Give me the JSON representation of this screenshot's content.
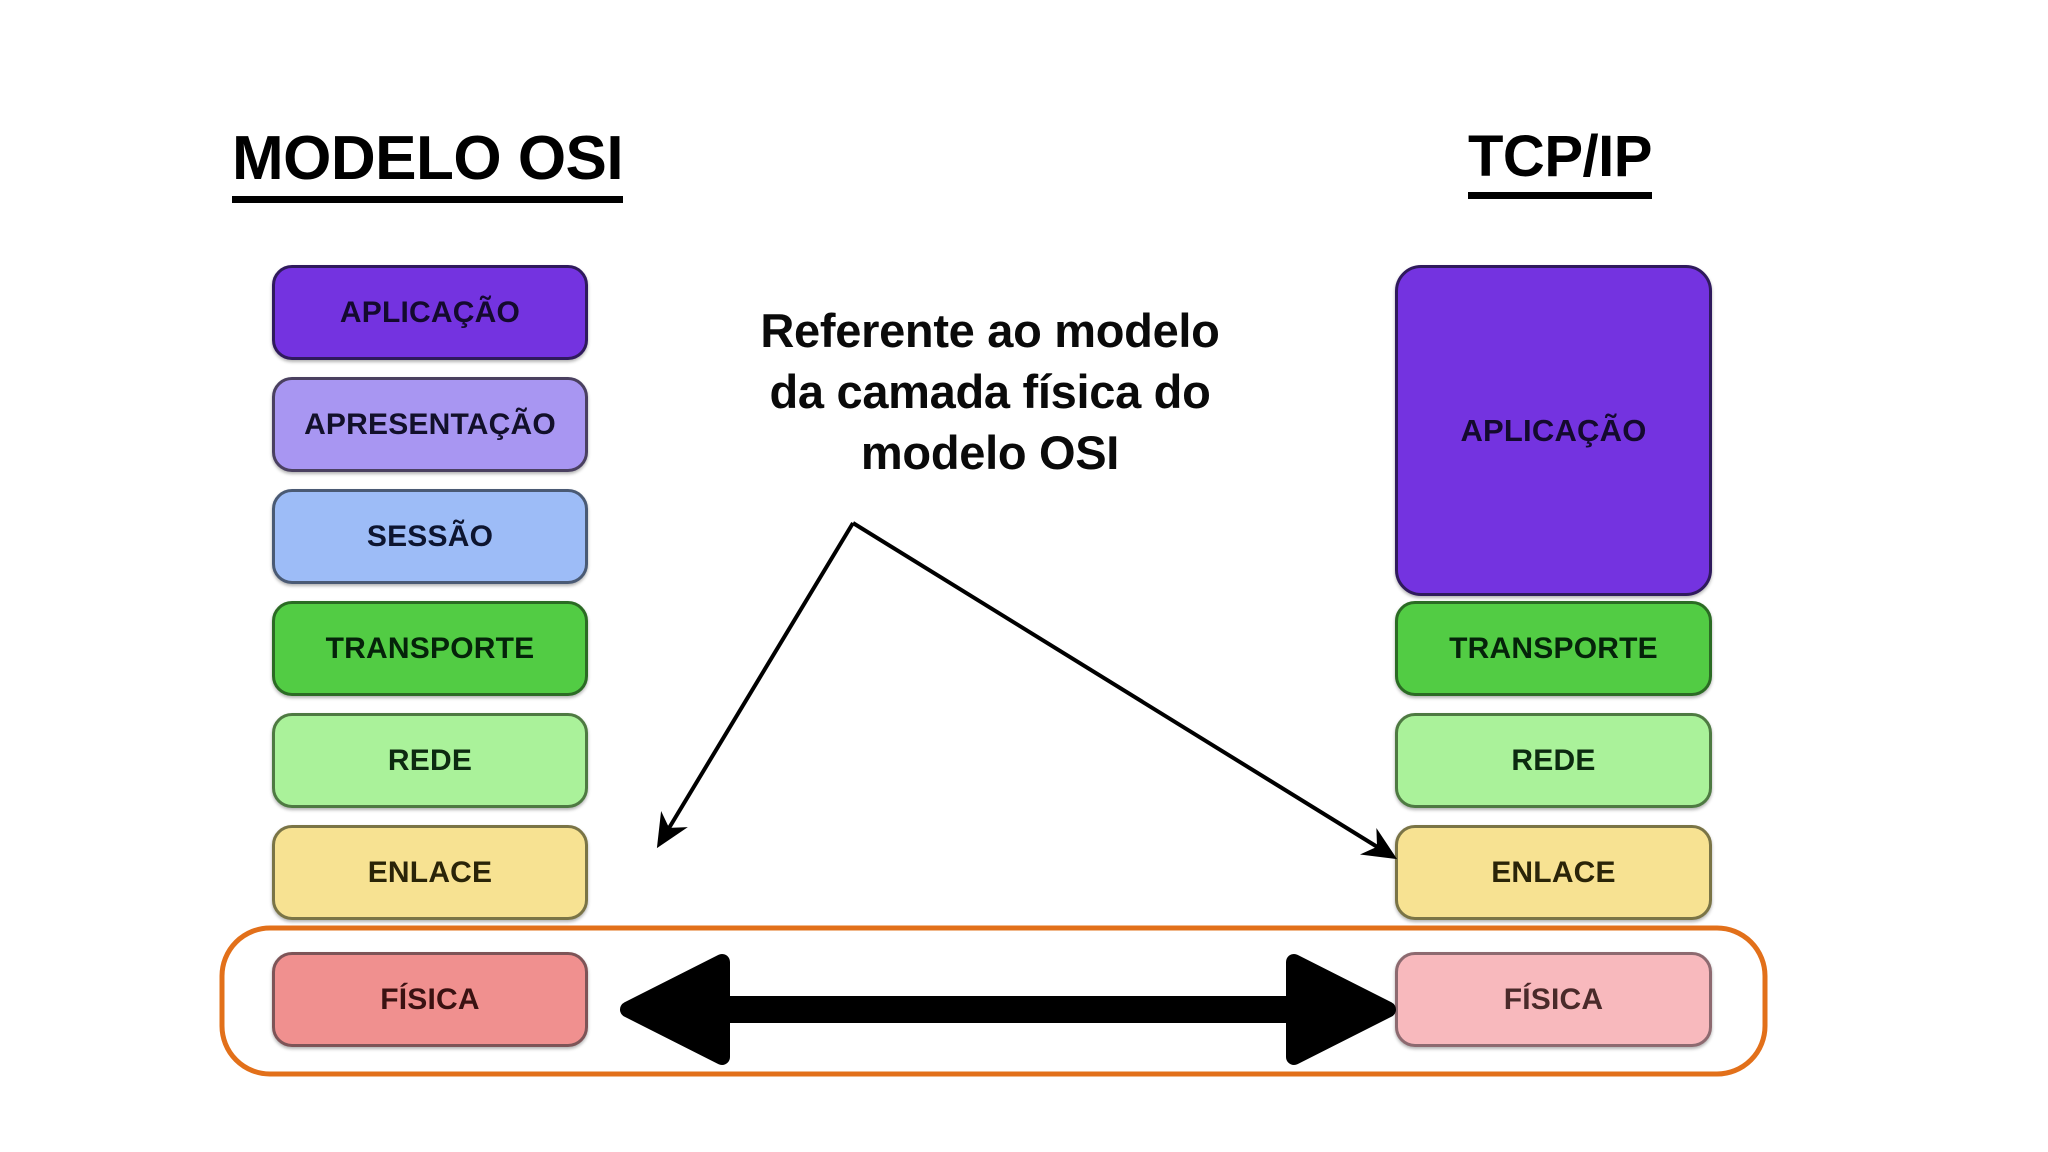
{
  "background": "#ffffff",
  "columns": {
    "osi": {
      "title": "MODELO OSI",
      "layers": [
        {
          "label": "APLICAÇÃO",
          "fill": "#7433e0",
          "border": "#2f1a5c",
          "text": "#140a2e"
        },
        {
          "label": "APRESENTAÇÃO",
          "fill": "#a896f2",
          "border": "#4a4060",
          "text": "#12102a"
        },
        {
          "label": "SESSÃO",
          "fill": "#9dbcf7",
          "border": "#4a5a74",
          "text": "#0d1530"
        },
        {
          "label": "TRANSPORTE",
          "fill": "#52cc44",
          "border": "#2b6b24",
          "text": "#05230a"
        },
        {
          "label": "REDE",
          "fill": "#aaf29a",
          "border": "#4e7a42",
          "text": "#0c2a10"
        },
        {
          "label": "ENLACE",
          "fill": "#f7e292",
          "border": "#7a7446",
          "text": "#2a2408"
        },
        {
          "label": "FÍSICA",
          "fill": "#f0908f",
          "border": "#7d5457",
          "text": "#3a1212"
        }
      ]
    },
    "tcpip": {
      "title": "TCP/IP",
      "layers": [
        {
          "label": "APLICAÇÃO",
          "fill": "#7433e0",
          "border": "#2f1a5c",
          "text": "#140a2e"
        },
        {
          "label": "TRANSPORTE",
          "fill": "#52cc44",
          "border": "#2b6b24",
          "text": "#05230a"
        },
        {
          "label": "REDE",
          "fill": "#aaf29a",
          "border": "#4e7a42",
          "text": "#0c2a10"
        },
        {
          "label": "ENLACE",
          "fill": "#f7e292",
          "border": "#7a7446",
          "text": "#2a2408"
        },
        {
          "label": "FÍSICA",
          "fill": "#f8b9bd",
          "border": "#8d6a70",
          "text": "#4a2a2a"
        }
      ]
    }
  },
  "annotation": {
    "line1": "Referente ao modelo",
    "line2": "da camada física do",
    "line3": "modelo OSI",
    "color": "#0a0a0a"
  },
  "highlight": {
    "name": "physical-layer-highlight",
    "stroke": "#e2701a"
  },
  "arrows": {
    "equivalence_arrow_color": "#000000",
    "pointer_arrow_color": "#000000"
  }
}
